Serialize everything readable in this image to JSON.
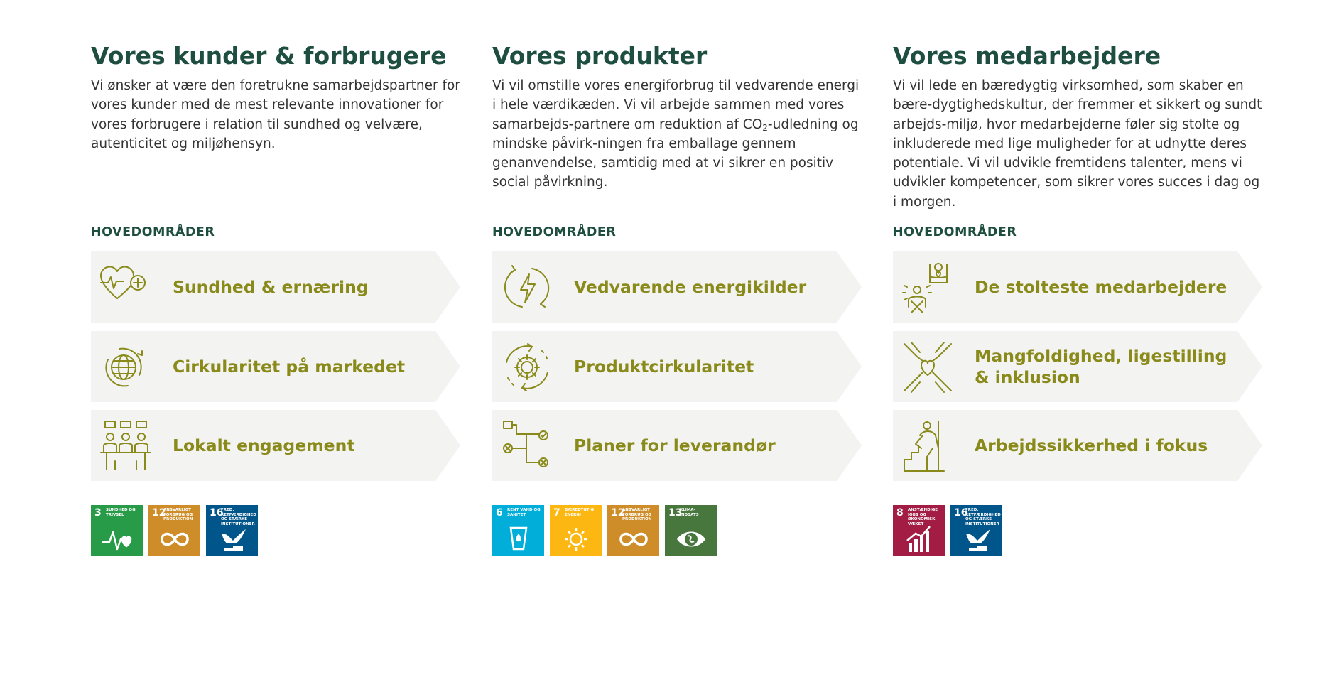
{
  "columns": [
    {
      "title": "Vores kunder & forbrugere",
      "intro": "Vi ønsker at være den foretrukne samarbejdspartner for vores kunder med de mest relevante innovationer for vores forbrugere i relation til sundhed og velvære, autenticitet og miljøhensyn.",
      "areas_heading": "HOVEDOMRÅDER",
      "areas": [
        {
          "label": "Sundhed & ernæring",
          "icon": "heart-pulse-plus-icon"
        },
        {
          "label": "Cirkularitet på markedet",
          "icon": "globe-cycle-icon"
        },
        {
          "label": "Lokalt engagement",
          "icon": "people-meeting-icon"
        }
      ],
      "sdgs": [
        {
          "number": "3",
          "text": "Sundhed og trivsel",
          "color": "#279b48"
        },
        {
          "number": "12",
          "text": "Ansvarligt forbrug og produktion",
          "color": "#cf8d2a"
        },
        {
          "number": "16",
          "text": "Fred, retfærdighed og stærke institutioner",
          "color": "#00558a"
        }
      ]
    },
    {
      "title": "Vores produkter",
      "intro_pre": "Vi vil omstille vores energiforbrug til vedvarende energi i hele værdikæden. Vi vil arbejde sammen med vores samarbejds-partnere om reduktion af CO",
      "intro_sub": "2",
      "intro_post": "-udledning og mindske påvirk-ningen fra emballage gennem genanvendelse, samtidig med at vi sikrer en positiv social påvirkning.",
      "areas_heading": "HOVEDOMRÅDER",
      "areas": [
        {
          "label": "Vedvarende energikilder",
          "icon": "lightning-cycle-icon"
        },
        {
          "label": "Produktcirkularitet",
          "icon": "gear-cycle-icon"
        },
        {
          "label": "Planer for leverandør",
          "icon": "flowchart-icon"
        }
      ],
      "sdgs": [
        {
          "number": "6",
          "text": "Rent vand og sanitet",
          "color": "#00aed9"
        },
        {
          "number": "7",
          "text": "Bæredygtig energi",
          "color": "#fdb713"
        },
        {
          "number": "12",
          "text": "Ansvarligt forbrug og produktion",
          "color": "#cf8d2a"
        },
        {
          "number": "13",
          "text": "Klima-indsats",
          "color": "#48773e"
        }
      ]
    },
    {
      "title": "Vores medarbejdere",
      "intro": "Vi vil lede en bæredygtig virksomhed, som skaber en bære-dygtighedskultur, der fremmer et sikkert og sundt arbejds-miljø, hvor medarbejderne føler sig stolte og inkluderede med lige muligheder for at udnytte deres potentiale. Vi vil udvikle fremtidens talenter, mens vi udvikler kompetencer, som sikrer vores succes i dag og i morgen.",
      "areas_heading": "HOVEDOMRÅDER",
      "areas": [
        {
          "label": "De stolteste medarbejdere",
          "icon": "proud-people-icon"
        },
        {
          "label": "Mangfoldighed, ligestilling & inklusion",
          "icon": "hands-heart-icon"
        },
        {
          "label": "Arbejdssikkerhed i fokus",
          "icon": "safety-climb-icon"
        }
      ],
      "sdgs": [
        {
          "number": "8",
          "text": "Anstændige jobs og økonomisk vækst",
          "color": "#a21c44"
        },
        {
          "number": "16",
          "text": "Fred, retfærdighed og stærke institutioner",
          "color": "#00558a"
        }
      ]
    }
  ],
  "colors": {
    "heading": "#1e4e3f",
    "body_text": "#333333",
    "area_label": "#8a8a1b",
    "icon_stroke": "#8a8a1b",
    "arrow_bg": "#f3f4f2"
  }
}
